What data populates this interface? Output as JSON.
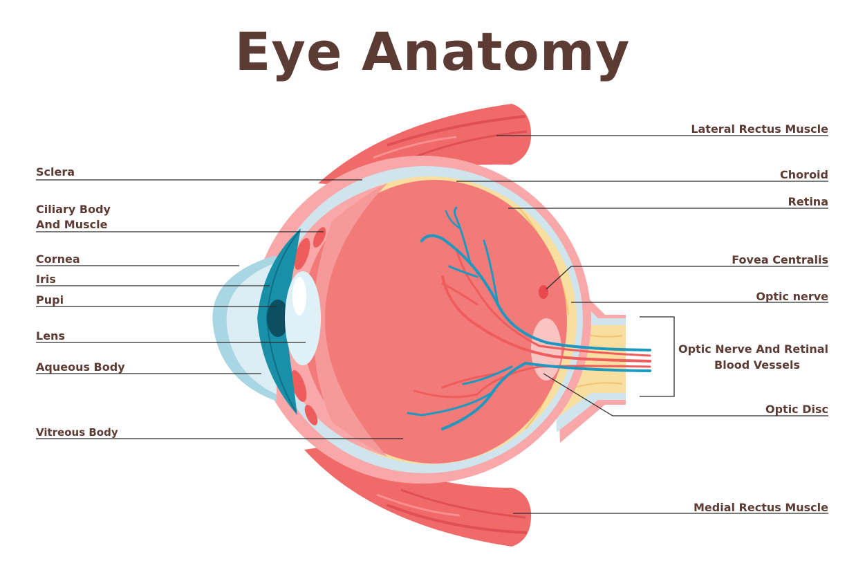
{
  "title": "Eye Anatomy",
  "colors": {
    "text": "#5b3b33",
    "muscle": "#f06a6a",
    "sclera": "#f8a8a8",
    "choroid": "#cfe4ec",
    "retina": "#f8dfa0",
    "vitreous": "#f27a78",
    "iris": "#1a8fa8",
    "vessel_blue": "#1d98c0",
    "vessel_red": "#ef5c5c"
  },
  "labels": {
    "lateral_rectus": "Lateral Rectus Muscle",
    "sclera": "Sclera",
    "choroid": "Choroid",
    "ciliary_1": "Ciliary Body",
    "ciliary_2": "And Muscle",
    "retina": "Retina",
    "cornea": "Cornea",
    "fovea": "Fovea Centralis",
    "iris": "Iris",
    "pupil": "Pupi",
    "optic_nerve": "Optic nerve",
    "lens": "Lens",
    "optic_vessels_1": "Optic Nerve And Retinal",
    "optic_vessels_2": "Blood Vessels",
    "aqueous": "Aqueous Body",
    "optic_disc": "Optic Disc",
    "vitreous": "Vitreous Body",
    "medial_rectus": "Medial Rectus Muscle"
  }
}
